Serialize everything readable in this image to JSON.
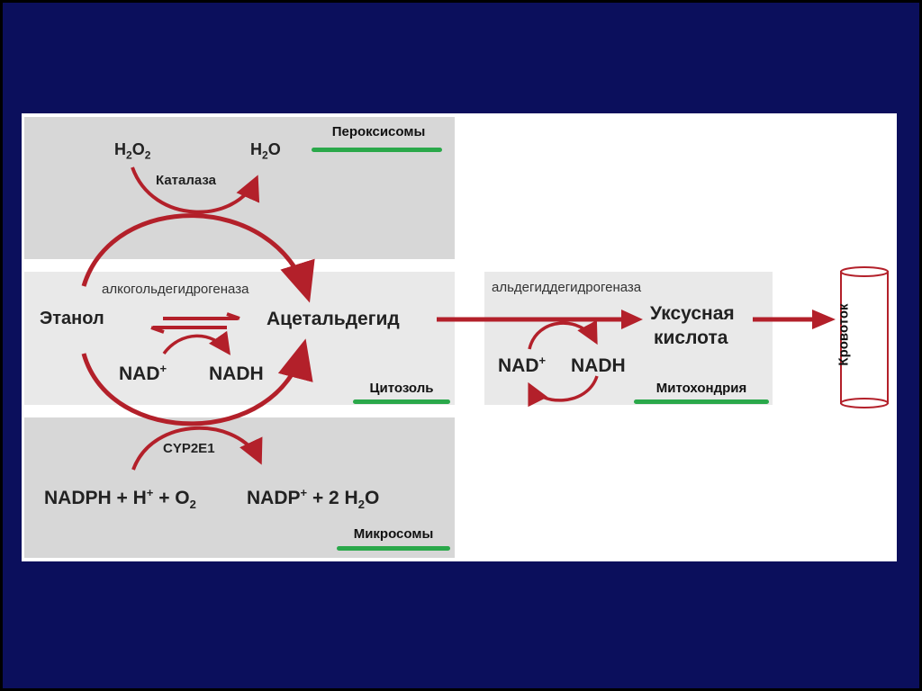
{
  "compartments": {
    "peroxisomes": "Пероксисомы",
    "cytosol": "Цитозоль",
    "microsomes": "Микросомы",
    "mitochondria": "Митохондрия",
    "bloodstream": "Кровоток"
  },
  "enzymes": {
    "catalase": "Каталаза",
    "adh": "алкогольдегидрогеназа",
    "cyp": "CYP2E1",
    "aldh": "альдегиддегидрогеназа"
  },
  "compounds": {
    "ethanol": "Этанол",
    "acetaldehyde": "Ацетальдегид",
    "acetic_line1": "Уксусная",
    "acetic_line2": "кислота"
  },
  "cofactors": {
    "h2o2_h": "H",
    "h2o2_sub1": "2",
    "h2o2_o": "O",
    "h2o2_sub2": "2",
    "h2o_h": "H",
    "h2o_sub": "2",
    "h2o_o": "O",
    "nad_cytosol": "NAD",
    "nad_cytosol_sup": "+",
    "nadh_cytosol": "NADH",
    "nad_mito": "NAD",
    "nad_mito_sup": "+",
    "nadh_mito": "NADH",
    "nadph_part1": "NADPH + H",
    "nadph_sup": "+",
    "nadph_part2": " + O",
    "nadph_sub": "2",
    "nadp_part1": "NADP",
    "nadp_sup": "+",
    "nadp_part2": " + 2 H",
    "nadp_sub": "2",
    "nadp_part3": "O"
  },
  "colors": {
    "arrow": "#b3202a",
    "underline": "#2aa84a",
    "slide_background": "#0b0f5c",
    "band_dark": "#d7d7d7",
    "band_light": "#e9e9e9"
  }
}
